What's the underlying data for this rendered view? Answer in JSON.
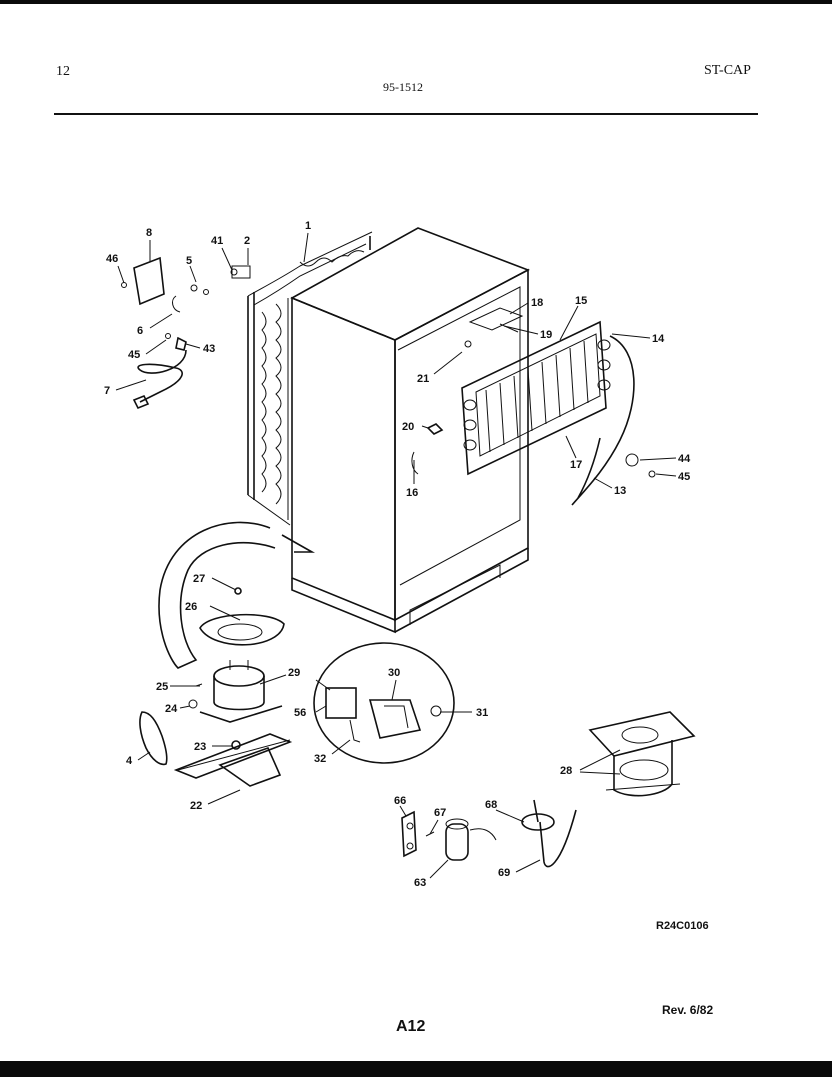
{
  "header": {
    "page_number": "12",
    "model": "95-1512",
    "section": "ST-CAP"
  },
  "footer": {
    "drawing_id": "R24C0106",
    "revision": "Rev. 6/82",
    "page_code": "A12"
  },
  "callouts": {
    "c1": "1",
    "c2": "2",
    "c4": "4",
    "c5": "5",
    "c6": "6",
    "c7": "7",
    "c8": "8",
    "c13": "13",
    "c14": "14",
    "c15": "15",
    "c16": "16",
    "c17": "17",
    "c18": "18",
    "c19": "19",
    "c20": "20",
    "c21": "21",
    "c22": "22",
    "c23": "23",
    "c24": "24",
    "c25": "25",
    "c26": "26",
    "c27": "27",
    "c28": "28",
    "c29": "29",
    "c30": "30",
    "c31": "31",
    "c32": "32",
    "c41": "41",
    "c43": "43",
    "c44": "44",
    "c45a": "45",
    "c45b": "45",
    "c46": "46",
    "c56": "56",
    "c63": "63",
    "c66": "66",
    "c67": "67",
    "c68": "68",
    "c69": "69"
  }
}
